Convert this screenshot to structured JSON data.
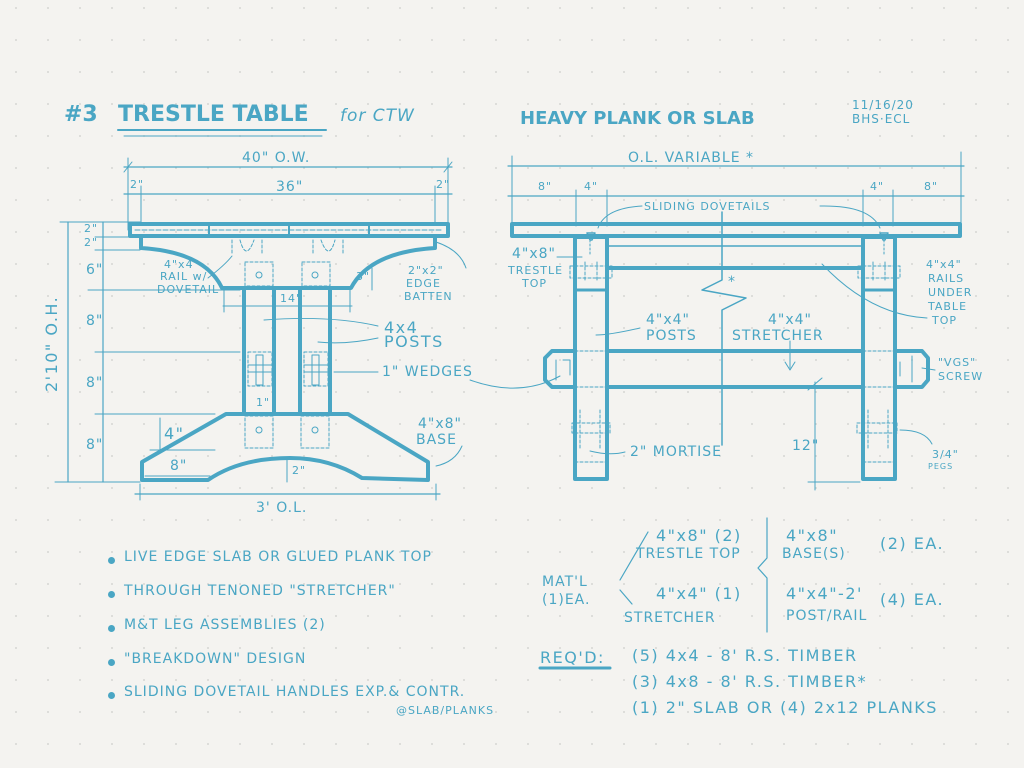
{
  "colors": {
    "ink": "#4aa6c4",
    "paper": "#f4f3f0",
    "grid_dot": "#d8d8d4"
  },
  "left_drawing": {
    "title_number": "#3",
    "title": "TRESTLE TABLE",
    "subtitle": "for CTW",
    "overall_width": "40\" O.W.",
    "top_width": "36\"",
    "overhang_left": "2\"",
    "overhang_right": "2\"",
    "overall_height": "2'10\" O.H.",
    "vertical_dims": [
      "2\"",
      "2\"",
      "6\"",
      "8\"",
      "8\"",
      "8\""
    ],
    "rail_label": [
      "4\"x4\"",
      "RAIL w/",
      "DOVETAIL"
    ],
    "edge_batten_label": [
      "2\"x2\"",
      "EDGE",
      "BATTEN"
    ],
    "shoulder_dim": "3\"",
    "post_span_dim": "14\"",
    "posts_label": [
      "4x4",
      "POSTS"
    ],
    "wedges_label": "1\" WEDGES",
    "wedge_dim": "1\"",
    "base_rise_dim": "4\"",
    "base_foot_dim": "8\"",
    "base_arch_dim": "2\"",
    "base_label": [
      "4\"x8\"",
      "BASE"
    ],
    "overall_length": "3' O.L."
  },
  "right_drawing": {
    "title": "HEAVY PLANK OR SLAB",
    "date": "11/16/20",
    "author": "BHS·ECL",
    "overall_length": "O.L. VARIABLE *",
    "dims_top": [
      "8\"",
      "4\"",
      "4\"",
      "8\""
    ],
    "sliding_dovetails_label": "SLIDING DOVETAILS",
    "trestle_top_label": [
      "4\"x8\"",
      "TRESTLE",
      "TOP"
    ],
    "rails_label": [
      "4\"x4\"",
      "RAILS",
      "UNDER",
      "TABLE",
      "TOP"
    ],
    "break_mark": "*",
    "posts_label": [
      "4\"x4\"",
      "POSTS"
    ],
    "stretcher_label": [
      "4\"x4\"",
      "STRETCHER"
    ],
    "screw_label": [
      "\"VGS\"",
      "SCREW"
    ],
    "mortise_label": "2\" MORTISE",
    "height_dim": "12\"",
    "pegs_label": [
      "3/4\"",
      "PEGS"
    ]
  },
  "notes": {
    "bullets": [
      "LIVE EDGE SLAB OR GLUED PLANK TOP",
      "THROUGH TENONED \"STRETCHER\"",
      "M&T LEG ASSEMBLIES (2)",
      "\"BREAKDOWN\" DESIGN",
      "SLIDING DOVETAIL HANDLES EXP.& CONTR."
    ],
    "bullet_continuation": "@SLAB/PLANKS"
  },
  "materials": {
    "label": [
      "MAT'L",
      "(1)EA."
    ],
    "left_items": [
      {
        "size": "4\"x8\" (2)",
        "name": "TRESTLE TOP"
      },
      {
        "size": "4\"x4\" (1)",
        "name": "STRETCHER"
      }
    ],
    "right_items": [
      {
        "size": "4\"x8\"",
        "name": "BASE(S)",
        "qty": "(2) EA."
      },
      {
        "size": "4\"x4\"-2'",
        "name": "POST/RAIL",
        "qty": "(4) EA."
      }
    ]
  },
  "required": {
    "label": "REQ'D:",
    "items": [
      "(5) 4x4 - 8' R.S. TIMBER",
      "(3) 4x8 - 8' R.S. TIMBER*",
      "(1) 2\" SLAB OR (4) 2x12 PLANKS"
    ]
  }
}
